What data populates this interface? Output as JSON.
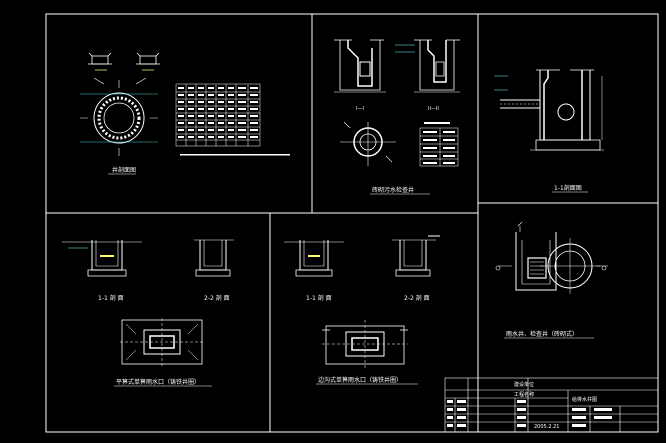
{
  "drawing": {
    "panels": {
      "p1": {
        "title": "井剖面图"
      },
      "p2": {
        "title": "砖砌污水检查井",
        "label_a": "I—I",
        "label_b": "II—II"
      },
      "p3": {
        "title": "1-1剖面图"
      },
      "p4": {
        "section_a": "1-1 剖 面",
        "section_b": "2-2 剖 面",
        "title": "平箅式单箅雨水口（铸铁井圈）"
      },
      "p5": {
        "section_a": "1-1 剖 面",
        "section_b": "2-2 剖 面",
        "title": "边沟式单箅雨水口（铸铁井圈）"
      },
      "p6": {
        "title": "雨水井、检查井（砖砌式）"
      }
    },
    "title_block": {
      "row1": "建设单位",
      "row2": "工程名称",
      "drawing_name": "给排水井图",
      "date": "2005.2.21"
    },
    "colors": {
      "background": "#000000",
      "lines": "#ffffff",
      "accent": "#ffff66",
      "cyan": "#66ffff"
    }
  }
}
